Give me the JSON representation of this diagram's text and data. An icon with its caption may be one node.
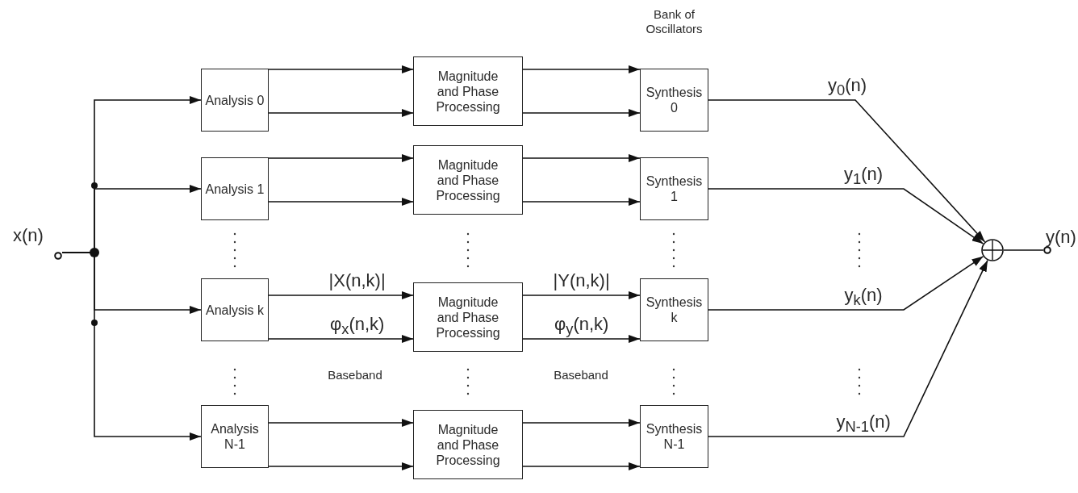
{
  "diagram": {
    "nodes": [
      {
        "text": [
          "x(n)"
        ]
      },
      {
        "text": [
          "Analysis 0"
        ]
      },
      {
        "text": [
          "Analysis 1"
        ]
      },
      {
        "text": [
          "Analysis k"
        ]
      },
      {
        "text": [
          "Analysis N-1"
        ]
      },
      {
        "text": [
          "Magnitude and Phase Processing"
        ]
      },
      {
        "text": [
          "Magnitude and Phase Processing"
        ]
      },
      {
        "text": [
          "Magnitude and Phase Processing"
        ]
      },
      {
        "text": [
          "Magnitude and Phase Processing"
        ]
      },
      {
        "text": [
          "Synthesis 0"
        ],
        "beside": [
          "Bank of Oscillators"
        ]
      },
      {
        "text": [
          "Synthesis 1"
        ]
      },
      {
        "text": [
          "Synthesis k"
        ]
      },
      {
        "text": [
          "Synthesis N-1"
        ]
      },
      {
        "text": [],
        "shape": "circle"
      },
      {
        "text": [
          "y(n)"
        ]
      }
    ],
    "edges": [
      {
        "from": 0,
        "to": 1,
        "arrow": "to"
      },
      {
        "from": 0,
        "to": 2,
        "arrow": "to"
      },
      {
        "from": 0,
        "to": 3,
        "arrow": "to"
      },
      {
        "from": 0,
        "to": 4,
        "arrow": "to"
      },
      {
        "from": 1,
        "to": 5,
        "arrow": "to"
      },
      {
        "from": 1,
        "to": 5,
        "arrow": "to"
      },
      {
        "from": 2,
        "to": 6,
        "arrow": "to"
      },
      {
        "from": 2,
        "to": 6,
        "arrow": "to"
      },
      {
        "from": 3,
        "to": 7,
        "arrow": "to",
        "label": "|X(n,k)|"
      },
      {
        "from": 3,
        "to": 7,
        "arrow": "to",
        "label": "φ$_{x}$(n,k)"
      },
      {
        "from": 4,
        "to": 8,
        "arrow": "to"
      },
      {
        "from": 4,
        "to": 8,
        "arrow": "to"
      },
      {
        "from": 5,
        "to": 9,
        "arrow": "to"
      },
      {
        "from": 5,
        "to": 9,
        "arrow": "to"
      },
      {
        "from": 6,
        "to": 10,
        "arrow": "to"
      },
      {
        "from": 6,
        "to": 10,
        "arrow": "to"
      },
      {
        "from": 7,
        "to": 11,
        "arrow": "to",
        "label": "|Y(n,k)|"
      },
      {
        "from": 7,
        "to": 11,
        "arrow": "to",
        "label": "φ$_{y}$(n,k)"
      },
      {
        "from": 8,
        "to": 12,
        "arrow": "to"
      },
      {
        "from": 8,
        "to": 12,
        "arrow": "to"
      },
      {
        "from": 9,
        "to": 13,
        "arrow": "to",
        "label": "y$_{0}$(n)"
      },
      {
        "from": 10,
        "to": 13,
        "arrow": "to",
        "label": "y$_{1}$(n)"
      },
      {
        "from": 11,
        "to": 13,
        "arrow": "to",
        "label": "y$_{k}$(n)"
      },
      {
        "from": 12,
        "to": 13,
        "arrow": "to",
        "label": "y$_{N-1}$(n)"
      },
      {
        "from": 13,
        "to": 14,
        "arrow": "none"
      }
    ],
    "labels": [
      "Baseband",
      "Baseband"
    ]
  }
}
